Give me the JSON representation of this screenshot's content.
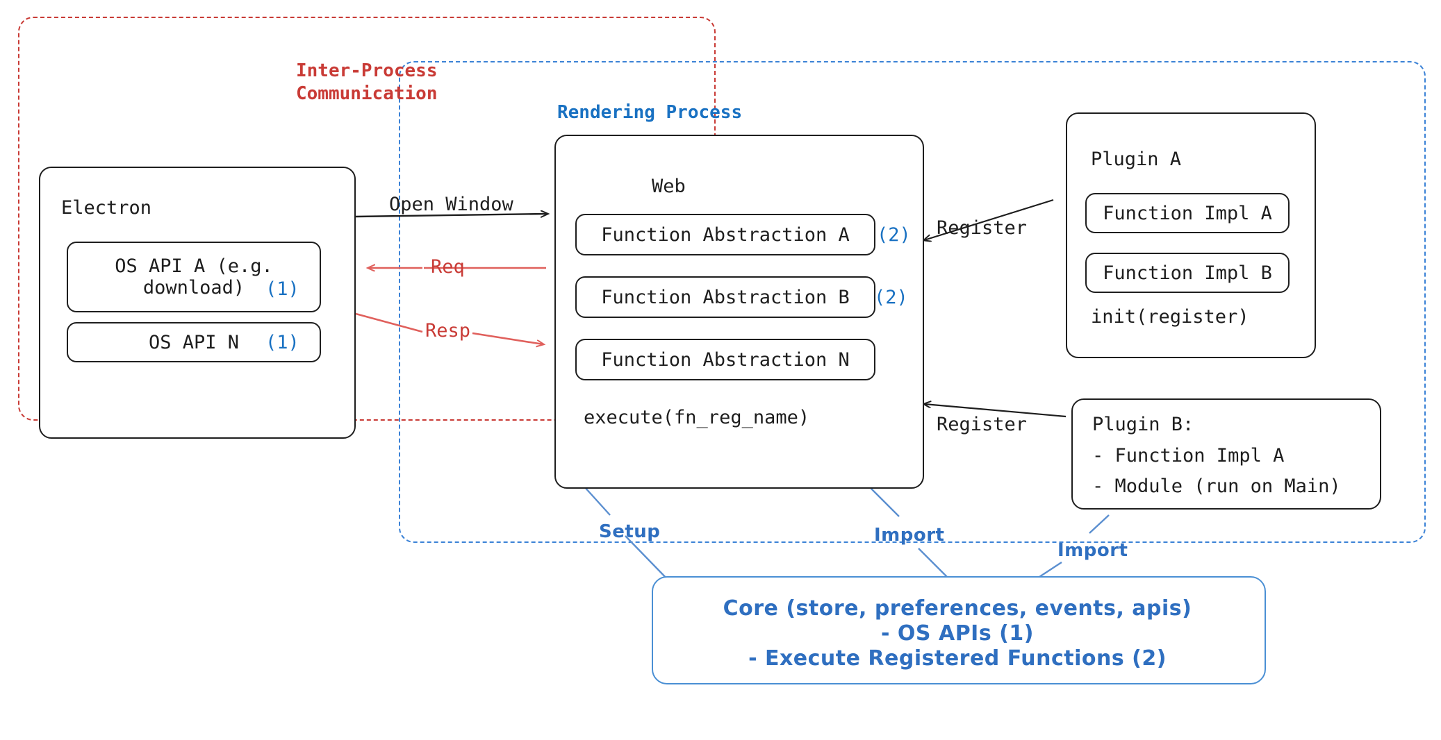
{
  "diagram": {
    "title": "Electron plugin architecture",
    "colors": {
      "ipc_red": "#c93b36",
      "process_blue": "#3b82d6",
      "accent_blue": "#1971c2",
      "core_blue": "#2f6fc0",
      "ink": "#1e1e1e"
    }
  },
  "groups": {
    "ipc": {
      "label": "Inter-Process\nCommunication",
      "color": "#c93b36",
      "style": "dashed"
    },
    "rendering": {
      "label": "Rendering Process",
      "color": "#1971c2",
      "style": "dashed"
    }
  },
  "electron": {
    "title": "Electron",
    "apis": [
      {
        "label": "OS API A (e.g.\ndownload)",
        "marker": "(1)"
      },
      {
        "label": "OS API N",
        "marker": "(1)"
      }
    ]
  },
  "web": {
    "title": "Web",
    "abstractions": [
      {
        "label": "Function Abstraction A",
        "marker": "(2)"
      },
      {
        "label": "Function Abstraction B",
        "marker": "(2)"
      },
      {
        "label": "Function Abstraction N",
        "marker": ""
      }
    ],
    "execute": "execute(fn_reg_name)"
  },
  "plugin_a": {
    "title": "Plugin A",
    "functions": [
      "Function Impl A",
      "Function Impl B"
    ],
    "init": "init(register)"
  },
  "plugin_b": {
    "lines": [
      "Plugin B:",
      "- Function Impl A",
      "- Module (run on Main)"
    ]
  },
  "core": {
    "lines": [
      "Core (store, preferences, events, apis)",
      "- OS APIs (1)",
      "- Execute Registered Functions (2)"
    ]
  },
  "arrows": {
    "open_window": "Open Window",
    "req": "Req",
    "resp": "Resp",
    "register_top": "Register",
    "register_bottom": "Register",
    "setup": "Setup",
    "import_left": "Import",
    "import_right": "Import"
  }
}
